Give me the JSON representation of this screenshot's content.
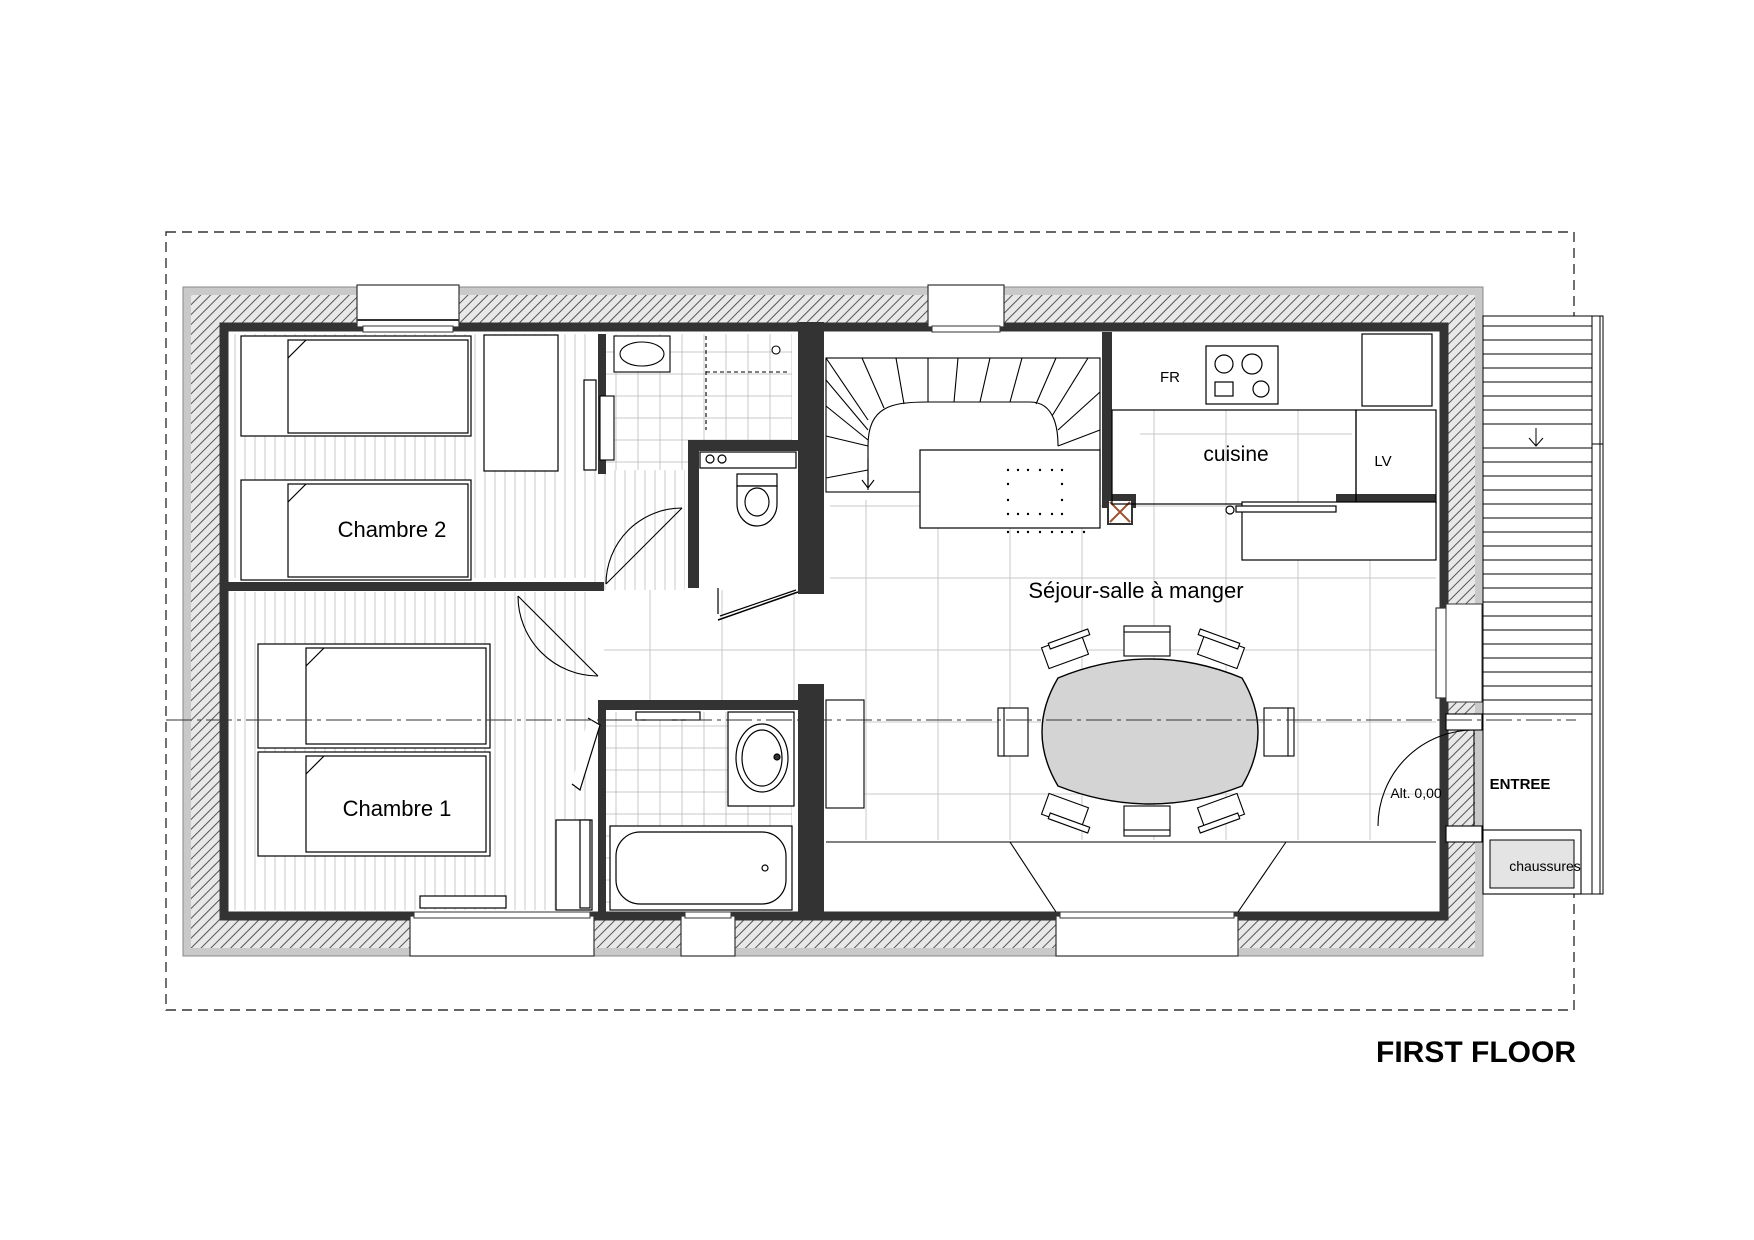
{
  "title": "FIRST FLOOR",
  "rooms": {
    "chambre2": "Chambre 2",
    "chambre1": "Chambre 1",
    "sejour": "Séjour-salle à manger",
    "cuisine": "cuisine"
  },
  "labels": {
    "fridge": "FR",
    "dishwasher": "LV",
    "altitude": "Alt. 0,00",
    "entrance": "ENTREE",
    "shoes": "chaussures"
  },
  "colors": {
    "wall": "#333333",
    "hatch": "#777777",
    "table": "#d4d4d4",
    "line": "#000000"
  }
}
